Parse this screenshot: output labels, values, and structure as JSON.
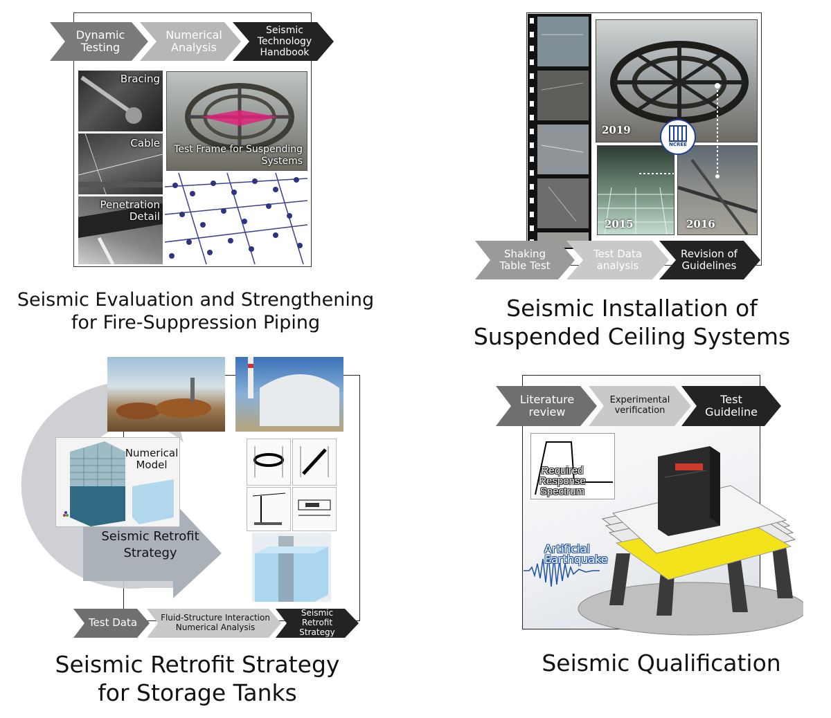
{
  "panels": {
    "piping": {
      "steps": [
        "Dynamic Testing",
        "Numerical Analysis",
        "Seismic Technology Handbook"
      ],
      "photo_labels": {
        "bracing": "Bracing",
        "cable": "Cable",
        "penetration": "Penetration Detail",
        "frame": "Test Frame for Suspending Systems"
      },
      "caption_line1": "Seismic Evaluation and Strengthening",
      "caption_line2": "for Fire-Suppression Piping"
    },
    "ceiling": {
      "years": {
        "a": "2019",
        "b": "2015",
        "c": "2016"
      },
      "logo": "NCREE",
      "steps": [
        "Shaking Table Test",
        "Test Data analysis",
        "Revision of Guidelines"
      ],
      "caption_line1": "Seismic Installation of",
      "caption_line2": "Suspended Ceiling Systems"
    },
    "tanks": {
      "numerical_model": "Numerical Model",
      "arrow_label": "Seismic Retrofit Strategy",
      "steps": [
        "Test Data",
        "Fluid-Structure Interaction Numerical Analysis",
        "Seismic Retrofit Strategy"
      ],
      "caption_line1": "Seismic Retrofit Strategy",
      "caption_line2": "for Storage Tanks"
    },
    "qualification": {
      "steps": [
        "Literature review",
        "Experimental verification",
        "Test Guideline"
      ],
      "spectrum_label": "Required Response Spectrum",
      "quake_label": "Artificial Earthquake",
      "caption": "Seismic Qualification"
    }
  },
  "colors": {
    "chev_dark": "#232323",
    "chev_mid": "#9a9a9a",
    "chev_light": "#c9c9c9",
    "chev_gray": "#6f6f6f"
  }
}
